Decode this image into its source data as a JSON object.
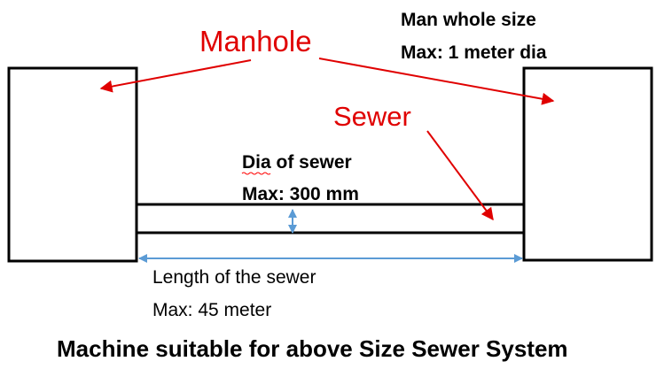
{
  "labels": {
    "manhole": "Manhole",
    "sewer": "Sewer",
    "manhole_size_title": "Man whole size",
    "manhole_size_value": "Max: 1 meter dia",
    "dia_title": "Dia of sewer",
    "dia_value": "Max: 300 mm",
    "length_title": "Length of the sewer",
    "length_value": "Max: 45 meter",
    "caption": "Machine suitable for above Size Sewer System"
  },
  "colors": {
    "annotation": "#e00000",
    "dimension": "#5b9bd5",
    "outline": "#000000",
    "text": "#000000",
    "spellcheck": "#ff0000"
  }
}
